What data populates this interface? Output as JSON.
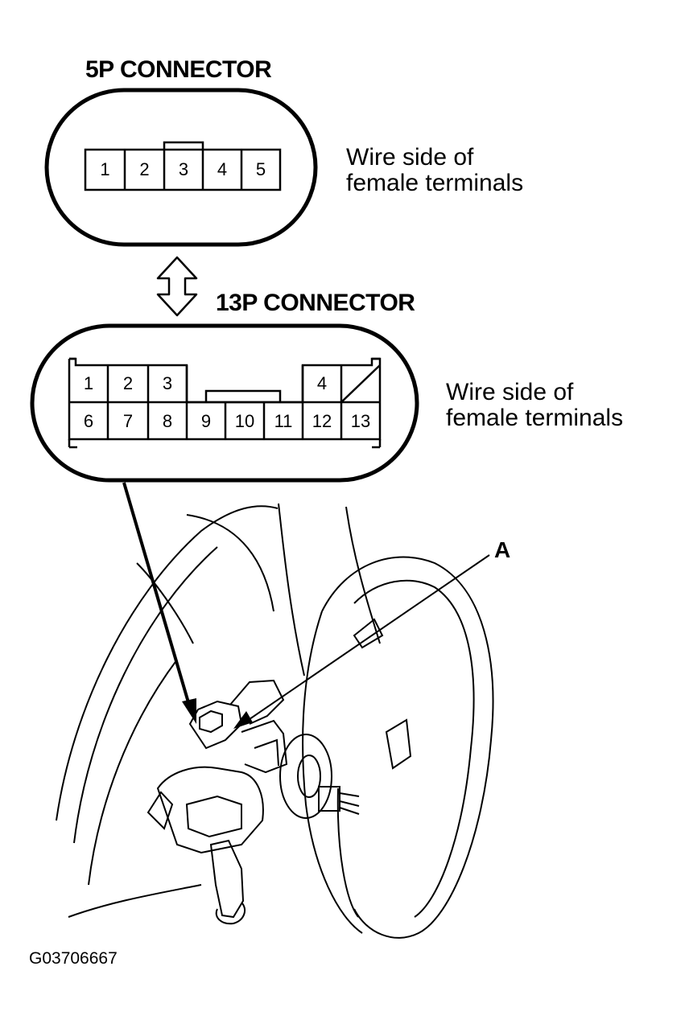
{
  "connector_5p": {
    "title": "5P CONNECTOR",
    "side_label_line1": "Wire side of",
    "side_label_line2": "female terminals",
    "pins": [
      "1",
      "2",
      "3",
      "4",
      "5"
    ]
  },
  "connector_13p": {
    "title": "13P CONNECTOR",
    "side_label_line1": "Wire side of",
    "side_label_line2": "female terminals",
    "pins_top": [
      "1",
      "2",
      "3",
      "4"
    ],
    "pins_bottom": [
      "6",
      "7",
      "8",
      "9",
      "10",
      "11",
      "12",
      "13"
    ]
  },
  "callout_label": "A",
  "figure_id": "G03706667"
}
